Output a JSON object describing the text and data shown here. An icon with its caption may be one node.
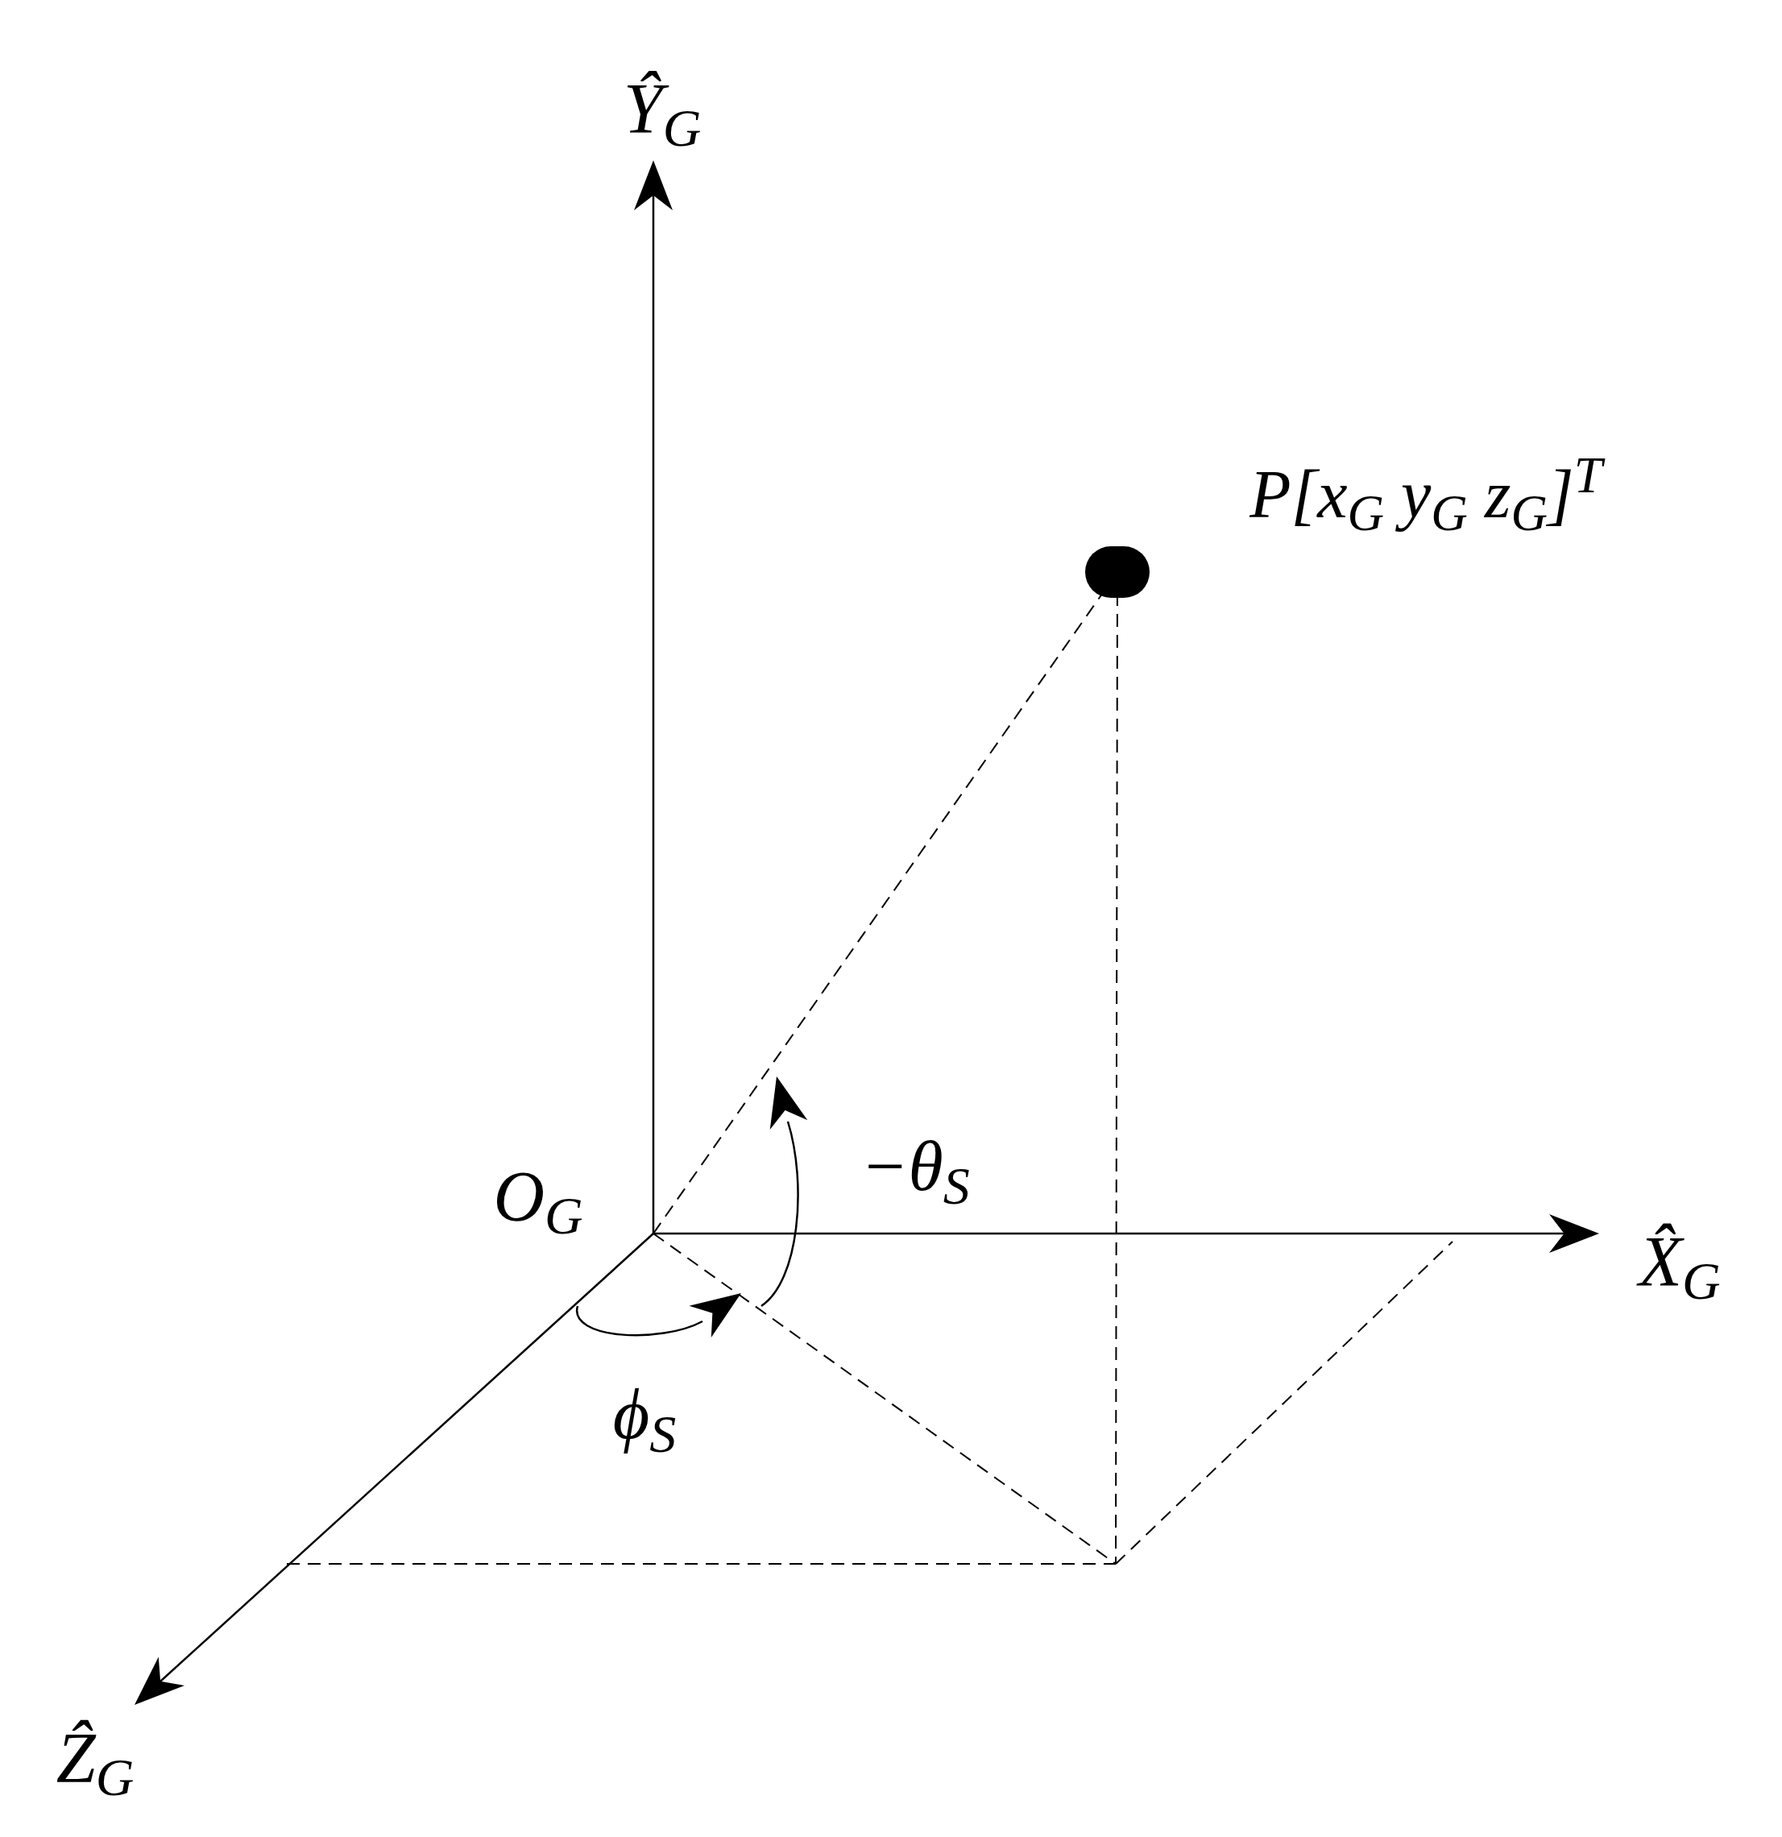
{
  "diagram": {
    "nodes": [
      {
        "text": [],
        "shape": "circle",
        "beside": [
          "P[x$_{G}$ y$_{G}$ z$_{G}$]$^{T}$"
        ]
      }
    ],
    "labels": [
      "Ŷ$_{G}$",
      "O$_{G}$",
      "−θ$_{S}$",
      "X̂$_{G}$",
      "ϕ$_{S}$",
      "Ẑ$_{G}$"
    ]
  }
}
